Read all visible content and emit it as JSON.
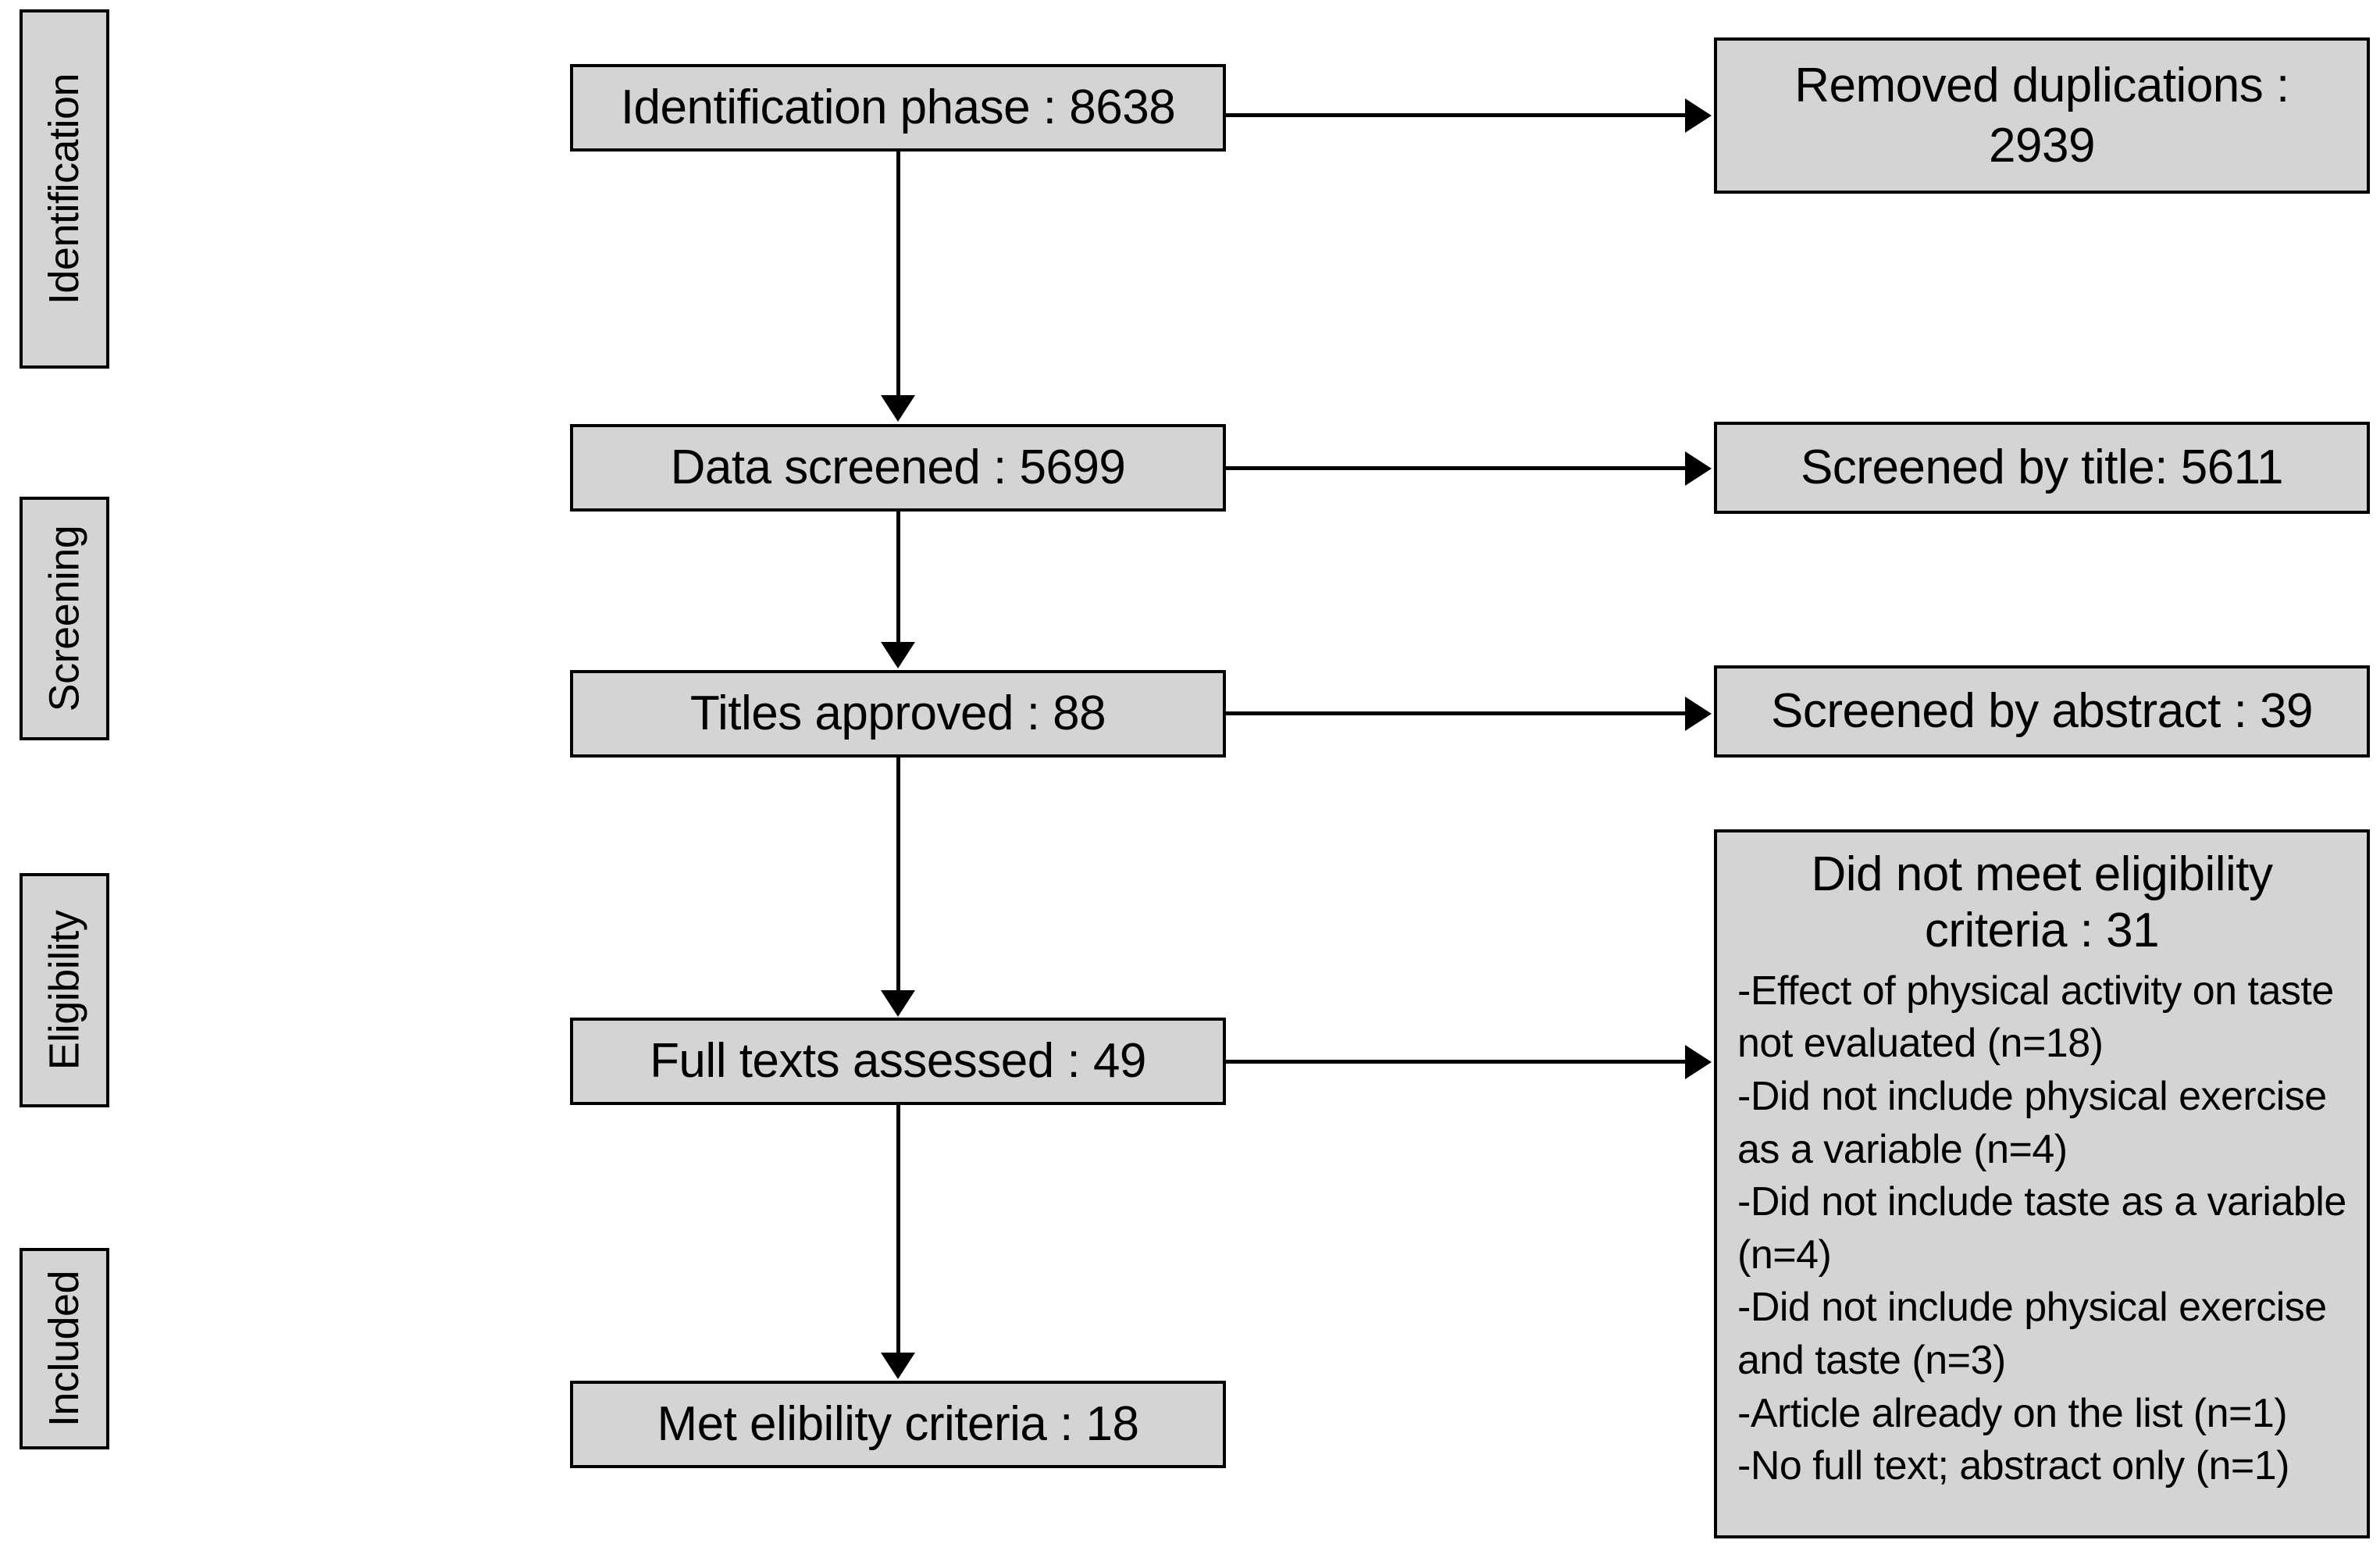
{
  "diagram": {
    "type": "prisma-flow-diagram",
    "box_fill_color": "#d4d4d4",
    "box_border_color": "#000000",
    "background_color": "#ffffff"
  },
  "stages": [
    {
      "label": "Identification"
    },
    {
      "label": "Screening"
    },
    {
      "label": "Eligibility"
    },
    {
      "label": "Included"
    }
  ],
  "flow": {
    "main": [
      {
        "label": "Identification phase : 8638"
      },
      {
        "label": "Data screened : 5699"
      },
      {
        "label": "Titles approved : 88"
      },
      {
        "label": "Full texts assessed : 49"
      },
      {
        "label": "Met elibility criteria : 18"
      }
    ],
    "excluded": [
      {
        "line1": "Removed duplications :",
        "line2": "2939"
      },
      {
        "label": "Screened by title: 5611"
      },
      {
        "label": "Screened by abstract : 39"
      }
    ],
    "reasons": {
      "title_line1": "Did not meet eligibility",
      "title_line2": "criteria : 31",
      "items": [
        "-Effect of physical activity on taste not evaluated (n=18)",
        "-Did not include physical exercise as a variable (n=4)",
        "-Did not include taste as a variable (n=4)",
        "-Did not include physical exercise and taste (n=3)",
        "-Article already on the list (n=1)",
        "-No full text; abstract only (n=1)"
      ]
    }
  }
}
